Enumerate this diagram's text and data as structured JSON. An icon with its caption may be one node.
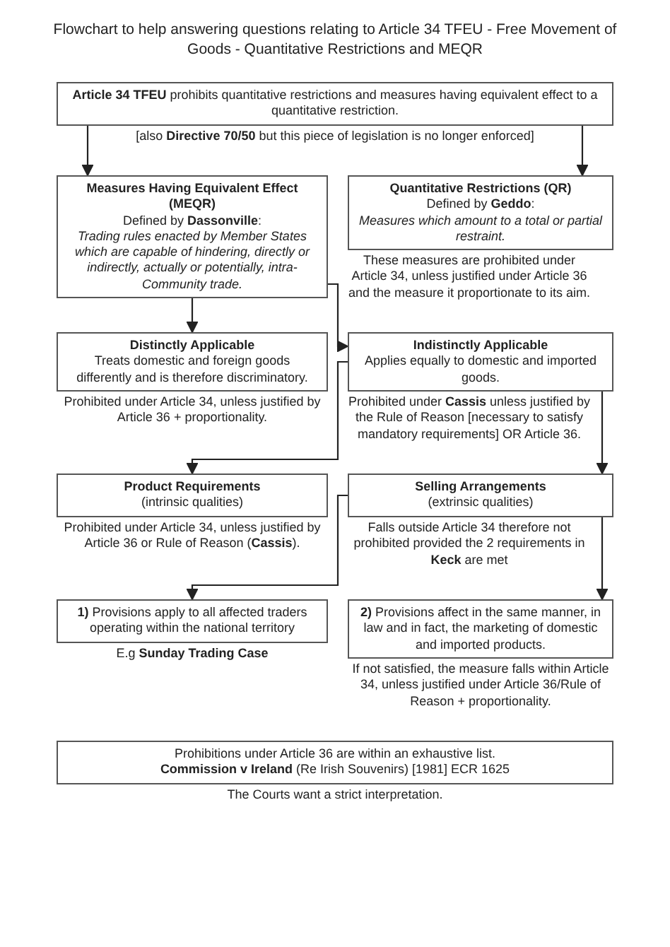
{
  "diagram": {
    "title": "Flowchart to help answering questions relating to Article 34 TFEU - Free Movement of Goods - Quantitative Restrictions and MEQR",
    "nodes": [
      {
        "text": [
          "**Article 34 TFEU** prohibits quantitative restrictions and measures having equivalent effect to a quantitative restriction."
        ],
        "beside": [
          "[also **Directive 70/50** but this piece of legislation is no longer enforced]"
        ]
      },
      {
        "text": [
          "Measures Having Equivalent Effect (MEQR)",
          "Defined by **Dassonville**:",
          "Trading rules enacted by Member States which are capable of hindering, directly or indirectly, actually or potentially, intra-Community trade."
        ]
      },
      {
        "text": [
          "Quantitative Restrictions (QR)",
          "Defined by **Geddo**:",
          "Measures which amount to a total or partial restraint."
        ],
        "beside": [
          "These measures are prohibited under Article 34, unless justified under Article 36 and the measure it proportionate to its aim."
        ]
      },
      {
        "text": [
          "Distinctly Applicable",
          "Treats domestic and foreign goods differently and is therefore discriminatory."
        ],
        "beside": [
          "Prohibited under Article 34, unless justified by Article 36 + proportionality."
        ]
      },
      {
        "text": [
          "Indistinctly Applicable",
          "Applies equally to domestic and imported goods."
        ],
        "beside": [
          "Prohibited under **Cassis** unless justified by the Rule of Reason [necessary to satisfy mandatory requirements] OR Article 36."
        ]
      },
      {
        "text": [
          "Product Requirements",
          "(intrinsic qualities)"
        ],
        "beside": [
          "Prohibited under Article 34, unless justified by Article 36 or Rule of Reason (**Cassis**)."
        ]
      },
      {
        "text": [
          "Selling Arrangements",
          "(extrinsic qualities)"
        ],
        "beside": [
          "Falls outside Article 34 therefore not prohibited provided the 2 requirements in **Keck** are met"
        ]
      },
      {
        "text": [
          "**1)** Provisions apply to all affected traders operating within the national territory"
        ],
        "beside": [
          "E.g **Sunday Trading Case**"
        ]
      },
      {
        "text": [
          "**2)** Provisions affect in the same manner, in law and in fact, the marketing of domestic and imported products."
        ],
        "beside": [
          "If not satisfied, the measure falls within Article 34, unless justified under Article 36/Rule of Reason + proportionality."
        ]
      },
      {
        "text": [
          "Prohibitions under Article 36 are within an exhaustive list.",
          "**Commission v Ireland** (Re Irish Souvenirs) [1981] ECR 1625"
        ],
        "beside": [
          "The Courts want a strict interpretation."
        ]
      }
    ],
    "edges": [
      {
        "from": 0,
        "to": 1,
        "arrow": "to"
      },
      {
        "from": 0,
        "to": 2,
        "arrow": "to"
      },
      {
        "from": 1,
        "to": 3,
        "arrow": "to"
      },
      {
        "from": 1,
        "to": 4,
        "arrow": "to"
      },
      {
        "from": 4,
        "to": 5,
        "arrow": "to"
      },
      {
        "from": 4,
        "to": 6,
        "arrow": "to"
      },
      {
        "from": 6,
        "to": 7,
        "arrow": "to"
      },
      {
        "from": 6,
        "to": 8,
        "arrow": "to"
      }
    ]
  }
}
